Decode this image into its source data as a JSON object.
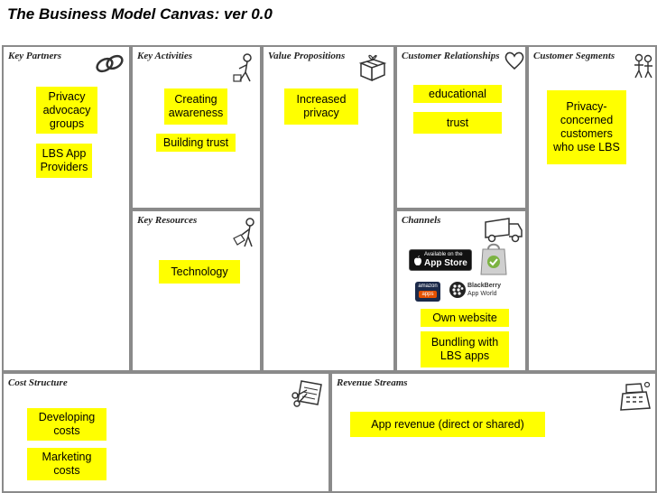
{
  "title": "The Business Model Canvas: ver 0.0",
  "blocks": {
    "key_partners": {
      "title": "Key Partners",
      "notes": [
        "Privacy advocacy groups",
        "LBS App Providers"
      ]
    },
    "key_activities": {
      "title": "Key Activities",
      "notes": [
        "Creating awareness",
        "Building trust"
      ]
    },
    "key_resources": {
      "title": "Key Resources",
      "notes": [
        "Technology"
      ]
    },
    "value_propositions": {
      "title": "Value Propositions",
      "notes": [
        "Increased privacy"
      ]
    },
    "customer_relationships": {
      "title": "Customer Relationships",
      "notes": [
        "educational",
        "trust"
      ]
    },
    "channels": {
      "title": "Channels",
      "notes": [
        "Own website",
        "Bundling with LBS apps"
      ]
    },
    "customer_segments": {
      "title": "Customer Segments",
      "notes": [
        "Privacy-concerned customers who use LBS"
      ]
    },
    "cost_structure": {
      "title": "Cost Structure",
      "notes": [
        "Developing costs",
        "Marketing costs"
      ]
    },
    "revenue_streams": {
      "title": "Revenue Streams",
      "notes": [
        "App revenue (direct or shared)"
      ]
    }
  },
  "channel_logos": {
    "app_store": {
      "line1": "Available on the",
      "line2": "App Store"
    },
    "amazon": {
      "line1": "amazon",
      "line2": "apps"
    },
    "blackberry": {
      "line1": "BlackBerry",
      "line2": "App World"
    }
  },
  "note_color": "#ffff00",
  "border_color": "#8a8a8a",
  "icons": [
    "chain-link-icon",
    "worker-icon",
    "gift-box-icon",
    "heart-icon",
    "people-icon",
    "person-box-icon",
    "truck-icon",
    "shopping-bag-icon",
    "scissors-receipt-icon",
    "cash-register-icon"
  ]
}
